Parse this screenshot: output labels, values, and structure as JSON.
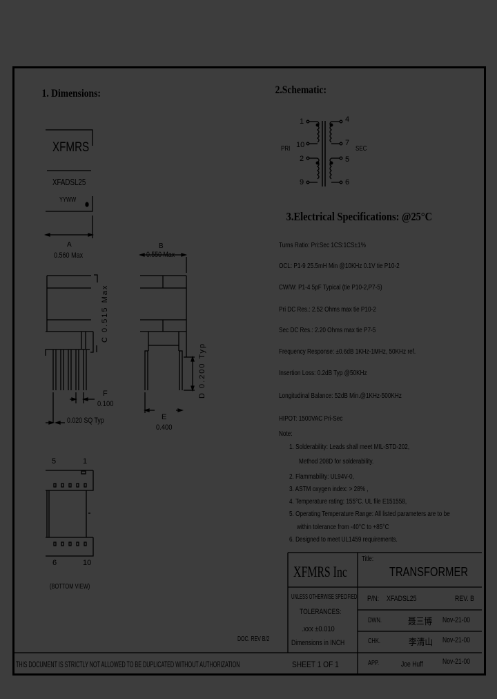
{
  "sections": {
    "dimensions_title": "1. Dimensions:",
    "schematic_title": "2.Schematic:",
    "electrical_title": "3.Electrical Specifications: @25°C"
  },
  "part_marking": {
    "brand": "XFMRS",
    "part_number": "XFADSL25",
    "date_code": "YYWW"
  },
  "dimensions": {
    "A_label": "A",
    "A_value": "0.560 Max",
    "B_label": "B",
    "B_value": "0.550 Max",
    "C_label": "C",
    "C_value": "0.515 Max",
    "D_label": "D",
    "D_value": "0.200 Typ",
    "E_label": "E",
    "E_value": "0.400",
    "F_label": "F",
    "F_value": "0.100",
    "pin_value": "0.020 SQ Typ",
    "bottom_view_label": "(BOTTOM VIEW)",
    "pins_top": [
      "5",
      "1"
    ],
    "pins_bottom": [
      "6",
      "10"
    ]
  },
  "schematic": {
    "pri_label": "PRI",
    "sec_label": "SEC",
    "pins_left": [
      "1",
      "10",
      "2",
      "9"
    ],
    "pins_right": [
      "4",
      "7",
      "5",
      "6"
    ]
  },
  "specs": [
    "Turns Ratio: Pri:Sec 1CS:1CS±1%",
    "OCL: P1-9 25.5mH Min @10KHz 0.1V tie P10-2",
    "CW/W: P1-4 5pF Typical (tie P10-2,P7-5)",
    "Pri DC Res.: 2.52 Ohms max tie P10-2",
    "Sec DC Res.: 2.20 Ohms max tie P7-5",
    "Frequency Response: ±0.6dB 1KHz-1MHz, 50KHz ref.",
    "Insertion Loss: 0.2dB Typ @50KHz",
    "Longitudinal Balance: 52dB Min.@1KHz-500KHz",
    "HIPOT: 1500VAC Pri-Sec"
  ],
  "notes": {
    "title": "Note:",
    "items": [
      "1. Solderability: Leads shall meet MIL-STD-202,",
      "Method 208D for solderability.",
      "2. Flammability: UL94V-0,",
      "3. ASTM oxygen index: > 28% ,",
      "4. Temperature rating: 155°C. UL file E151558,",
      "5. Operating Temperature Range: All listed parameters are to be",
      "within tolerance from -40°C to +85°C",
      "6. Designed to meet UL1459 requirements."
    ]
  },
  "title_block": {
    "company": "XFMRS Inc",
    "title_label": "Title:",
    "title_value": "TRANSFORMER",
    "unless_text": "UNLESS OTHERWISE SPECIFIED",
    "tolerances_label": "TOLERANCES:",
    "tolerance_value": ".xxx ±0.010",
    "dimensions_unit": "Dimensions in INCH",
    "pn_label": "P/N:",
    "pn_value": "XFADSL25",
    "rev_label": "REV. B",
    "dwn_label": "DWN.",
    "dwn_sig": "聂三博",
    "dwn_date": "Nov-21-00",
    "chk_label": "CHK.",
    "chk_sig": "李清山",
    "chk_date": "Nov-21-00",
    "app_label": "APP.",
    "app_name": "Joe Huff",
    "app_date": "Nov-21-00",
    "doc_rev": "DOC. REV B/2",
    "sheet": "SHEET 1 OF 1",
    "disclaimer": "THIS DOCUMENT IS STRICTLY NOT ALLOWED TO BE DUPLICATED WITHOUT AUTHORIZATION"
  }
}
